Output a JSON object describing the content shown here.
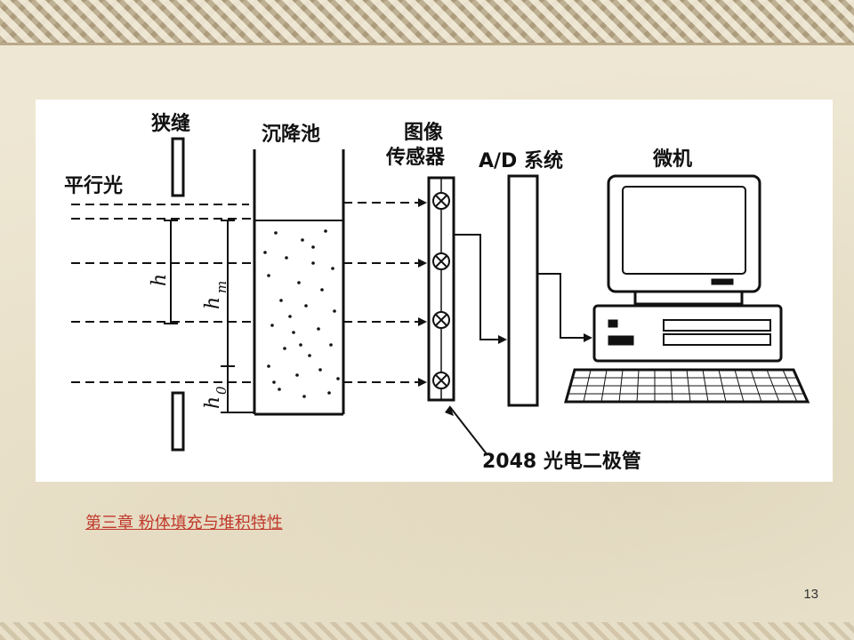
{
  "diagram": {
    "labels": {
      "slit": "狭缝",
      "settling_tank": "沉降池",
      "image_sensor_line1": "图像",
      "image_sensor_line2": "传感器",
      "ad_system": "A/D 系统",
      "microcomputer": "微机",
      "parallel_light": "平行光",
      "photodiode": "2048 光电二极管"
    },
    "dimensions": {
      "h": "h",
      "hm_main": "h",
      "hm_sub": "m",
      "h0_main": "h",
      "h0_sub": "0"
    }
  },
  "footer": {
    "chapter_link": "第三章 粉体填充与堆积特性",
    "page_number": "13"
  },
  "colors": {
    "link": "#c0392b",
    "background": "#eee7d3"
  }
}
